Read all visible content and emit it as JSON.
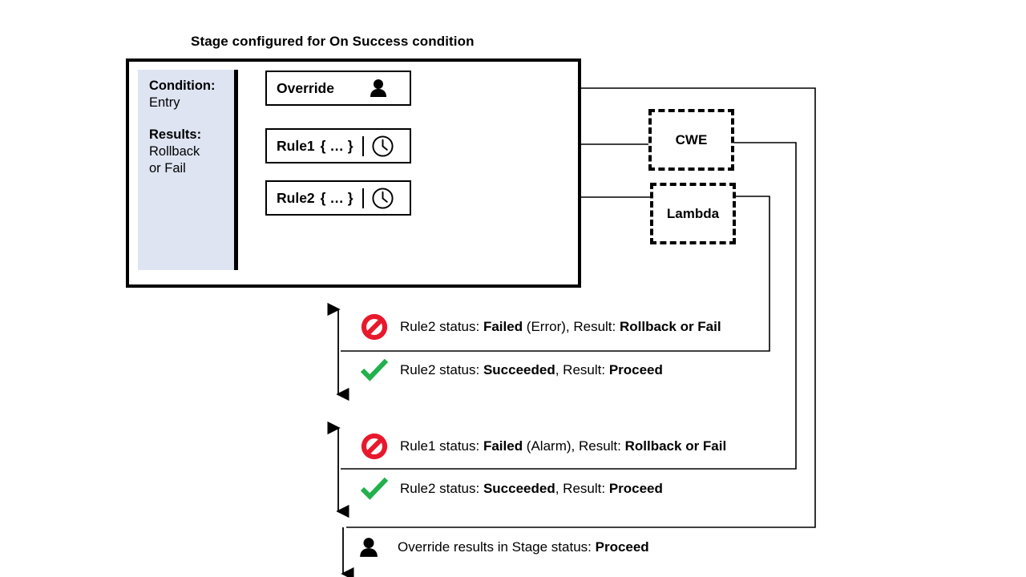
{
  "title": "Stage configured for On Success condition",
  "stage": {
    "sidebar": {
      "condition_label": "Condition:",
      "condition_value": "Entry",
      "results_label": "Results:",
      "results_value_line1": "Rollback",
      "results_value_line2": "or Fail"
    },
    "actions": [
      {
        "id": "override",
        "label": "Override",
        "icon": "person-icon",
        "braces": "",
        "separator": false
      },
      {
        "id": "rule1",
        "label": "Rule1",
        "braces": "{ … }",
        "icon": "clock-icon",
        "separator": true
      },
      {
        "id": "rule2",
        "label": "Rule2",
        "braces": "{ … }",
        "icon": "clock-icon",
        "separator": true
      }
    ]
  },
  "services": [
    {
      "id": "cwe",
      "label": "CWE"
    },
    {
      "id": "lambda",
      "label": "Lambda"
    }
  ],
  "status_rows": [
    {
      "id": "rule2-failed",
      "icon": "blocked-icon",
      "parts": [
        {
          "text": "Rule2 status: ",
          "bold": false
        },
        {
          "text": "Failed",
          "bold": true
        },
        {
          "text": " (Error), Result: ",
          "bold": false
        },
        {
          "text": "Rollback or Fail",
          "bold": true
        }
      ]
    },
    {
      "id": "rule2-succeeded-1",
      "icon": "check-icon",
      "parts": [
        {
          "text": "Rule2 status: ",
          "bold": false
        },
        {
          "text": "Succeeded",
          "bold": true
        },
        {
          "text": ", Result: ",
          "bold": false
        },
        {
          "text": "Proceed",
          "bold": true
        }
      ]
    },
    {
      "id": "rule1-failed",
      "icon": "blocked-icon",
      "parts": [
        {
          "text": "Rule1 status: ",
          "bold": false
        },
        {
          "text": "Failed",
          "bold": true
        },
        {
          "text": " (Alarm), Result: ",
          "bold": false
        },
        {
          "text": "Rollback or Fail",
          "bold": true
        }
      ]
    },
    {
      "id": "rule2-succeeded-2",
      "icon": "check-icon",
      "parts": [
        {
          "text": "Rule2 status: ",
          "bold": false
        },
        {
          "text": "Succeeded",
          "bold": true
        },
        {
          "text": ", Result: ",
          "bold": false
        },
        {
          "text": "Proceed",
          "bold": true
        }
      ]
    },
    {
      "id": "override-result",
      "icon": "person-icon",
      "parts": [
        {
          "text": "Override results in Stage status: ",
          "bold": false
        },
        {
          "text": "Proceed",
          "bold": true
        }
      ]
    }
  ],
  "colors": {
    "sidebar_background": "#dee4f2",
    "stroke": "#000000",
    "error_red": "#e8192c",
    "success_green": "#22b14c",
    "canvas": "#ffffff"
  }
}
